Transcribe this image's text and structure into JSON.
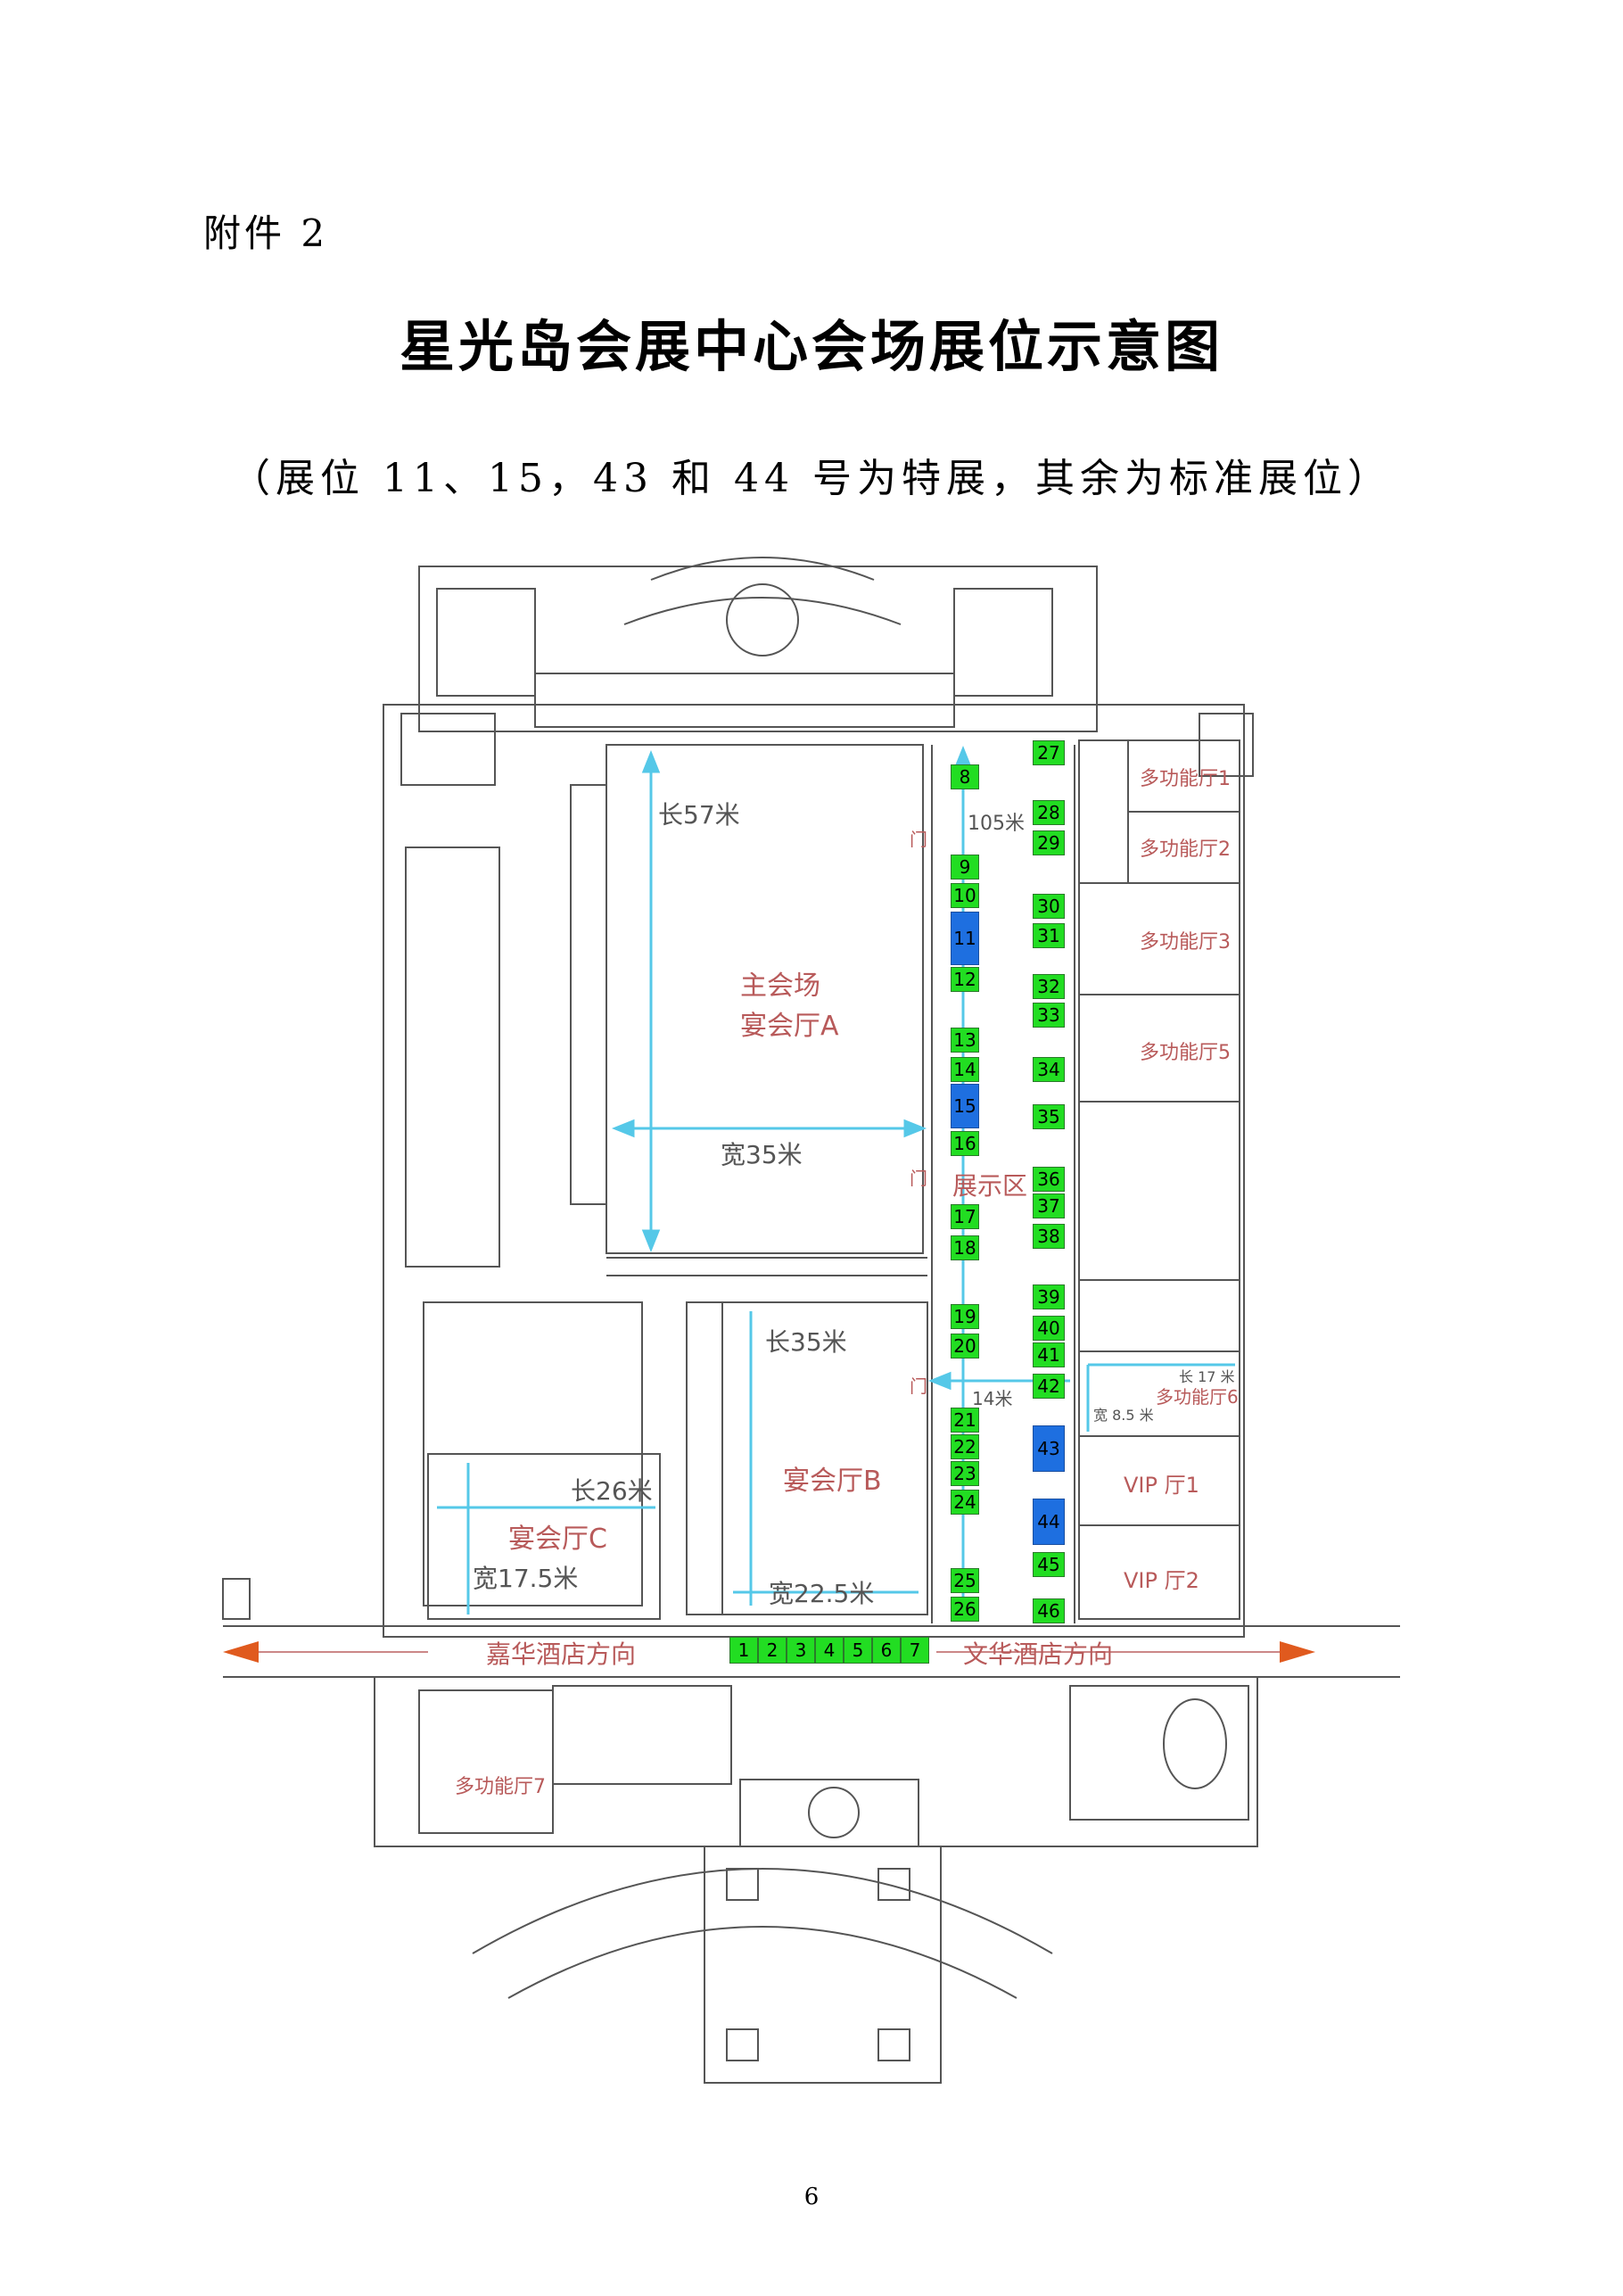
{
  "header": {
    "attachment": "附件 2",
    "title": "星光岛会展中心会场展位示意图",
    "subtitle": "（展位 11、15，43 和 44 号为特展，其余为标准展位）"
  },
  "colors": {
    "standard_booth": "#22dd22",
    "special_booth": "#1e6fe0",
    "hall_label": "#b85a5a",
    "arrow": "#e05a1e",
    "dimension": "#55c8e8"
  },
  "halls": {
    "main": "主会场",
    "banquet_a": "宴会厅A",
    "banquet_b": "宴会厅B",
    "banquet_c": "宴会厅C",
    "exhibition_area": "展示区",
    "mf1": "多功能厅1",
    "mf2": "多功能厅2",
    "mf3": "多功能厅3",
    "mf5": "多功能厅5",
    "mf6": "多功能厅6",
    "mf7": "多功能厅7",
    "vip1": "VIP 厅1",
    "vip2": "VIP 厅2",
    "door": "门"
  },
  "dimensions": {
    "a_length": "长57米",
    "a_width": "宽35米",
    "b_length": "长35米",
    "b_width": "宽22.5米",
    "c_length": "长26米",
    "c_width": "宽17.5米",
    "corridor_length": "105米",
    "corridor_width": "14米",
    "mf6_length": "长 17 米",
    "mf6_width": "宽 8.5 米"
  },
  "directions": {
    "left": "嘉华酒店方向",
    "right": "文华酒店方向"
  },
  "booths": [
    {
      "no": "1",
      "type": "standard"
    },
    {
      "no": "2",
      "type": "standard"
    },
    {
      "no": "3",
      "type": "standard"
    },
    {
      "no": "4",
      "type": "standard"
    },
    {
      "no": "5",
      "type": "standard"
    },
    {
      "no": "6",
      "type": "standard"
    },
    {
      "no": "7",
      "type": "standard"
    },
    {
      "no": "8",
      "type": "standard"
    },
    {
      "no": "9",
      "type": "standard"
    },
    {
      "no": "10",
      "type": "standard"
    },
    {
      "no": "11",
      "type": "special"
    },
    {
      "no": "12",
      "type": "standard"
    },
    {
      "no": "13",
      "type": "standard"
    },
    {
      "no": "14",
      "type": "standard"
    },
    {
      "no": "15",
      "type": "special"
    },
    {
      "no": "16",
      "type": "standard"
    },
    {
      "no": "17",
      "type": "standard"
    },
    {
      "no": "18",
      "type": "standard"
    },
    {
      "no": "19",
      "type": "standard"
    },
    {
      "no": "20",
      "type": "standard"
    },
    {
      "no": "21",
      "type": "standard"
    },
    {
      "no": "22",
      "type": "standard"
    },
    {
      "no": "23",
      "type": "standard"
    },
    {
      "no": "24",
      "type": "standard"
    },
    {
      "no": "25",
      "type": "standard"
    },
    {
      "no": "26",
      "type": "standard"
    },
    {
      "no": "27",
      "type": "standard"
    },
    {
      "no": "28",
      "type": "standard"
    },
    {
      "no": "29",
      "type": "standard"
    },
    {
      "no": "30",
      "type": "standard"
    },
    {
      "no": "31",
      "type": "standard"
    },
    {
      "no": "32",
      "type": "standard"
    },
    {
      "no": "33",
      "type": "standard"
    },
    {
      "no": "34",
      "type": "standard"
    },
    {
      "no": "35",
      "type": "standard"
    },
    {
      "no": "36",
      "type": "standard"
    },
    {
      "no": "37",
      "type": "standard"
    },
    {
      "no": "38",
      "type": "standard"
    },
    {
      "no": "39",
      "type": "standard"
    },
    {
      "no": "40",
      "type": "standard"
    },
    {
      "no": "41",
      "type": "standard"
    },
    {
      "no": "42",
      "type": "standard"
    },
    {
      "no": "43",
      "type": "special"
    },
    {
      "no": "44",
      "type": "special"
    },
    {
      "no": "45",
      "type": "standard"
    },
    {
      "no": "46",
      "type": "standard"
    }
  ],
  "page_number": "6"
}
